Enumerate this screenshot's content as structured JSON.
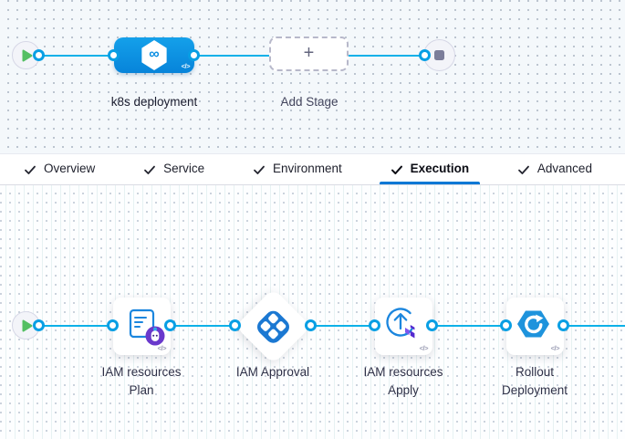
{
  "header_pipeline": {
    "stage": {
      "label": "k8s deployment",
      "infinity_glyph": "∞",
      "code_badge": "</>"
    },
    "add_stage": {
      "label": "Add Stage",
      "plus_glyph": "+"
    }
  },
  "tabs": {
    "items": [
      {
        "label": "Overview",
        "checked": true,
        "active": false
      },
      {
        "label": "Service",
        "checked": true,
        "active": false
      },
      {
        "label": "Environment",
        "checked": true,
        "active": false
      },
      {
        "label": "Execution",
        "checked": true,
        "active": true
      },
      {
        "label": "Advanced",
        "checked": true,
        "active": false
      }
    ]
  },
  "execution_flow": {
    "code_badge": "</>",
    "steps": [
      {
        "icon": "terraform-plan-icon",
        "label_line1": "IAM resources",
        "label_line2": "Plan"
      },
      {
        "icon": "approval-icon",
        "label_line1": "IAM Approval",
        "label_line2": ""
      },
      {
        "icon": "terraform-apply-icon",
        "label_line1": "IAM resources",
        "label_line2": "Apply"
      },
      {
        "icon": "rollout-deployment-icon",
        "label_line1": "Rollout",
        "label_line2": "Deployment"
      }
    ]
  },
  "colors": {
    "accent_blue": "#0278d5",
    "connector_blue": "#0db1e8",
    "stage_blue": "#0b92e1",
    "play_green": "#54bf63",
    "approval_blue": "#1b78d2",
    "terraform_purple": "#5429cf",
    "plan_badge_purple": "#6a39cc",
    "rollout_blue": "#1e93dc"
  }
}
